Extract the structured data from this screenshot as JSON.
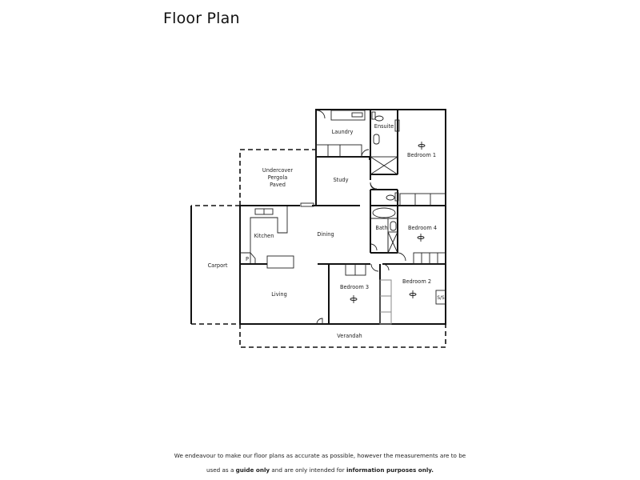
{
  "title": "Floor Plan",
  "rooms": {
    "laundry": "Laundry",
    "ensuite": "Ensuite",
    "bedroom1": "Bedroom 1",
    "undercover": [
      "Undercover",
      "Pergola",
      "Paved"
    ],
    "study": "Study",
    "kitchen": "Kitchen",
    "dining": "Dining",
    "bath": "Bath",
    "bedroom4": "Bedroom 4",
    "carport": "Carport",
    "pantry": "P",
    "living": "Living",
    "bedroom3": "Bedroom 3",
    "bedroom2": "Bedroom 2",
    "storage": "S/S",
    "verandah": "Verandah"
  },
  "disclaimer": {
    "line1": "We endeavour to make our floor plans as accurate as possible, however the measurements are to be",
    "line2_pre": "used as a ",
    "line2_bold1": "guide only",
    "line2_mid": " and are only intended for ",
    "line2_bold2": "information purposes only."
  }
}
